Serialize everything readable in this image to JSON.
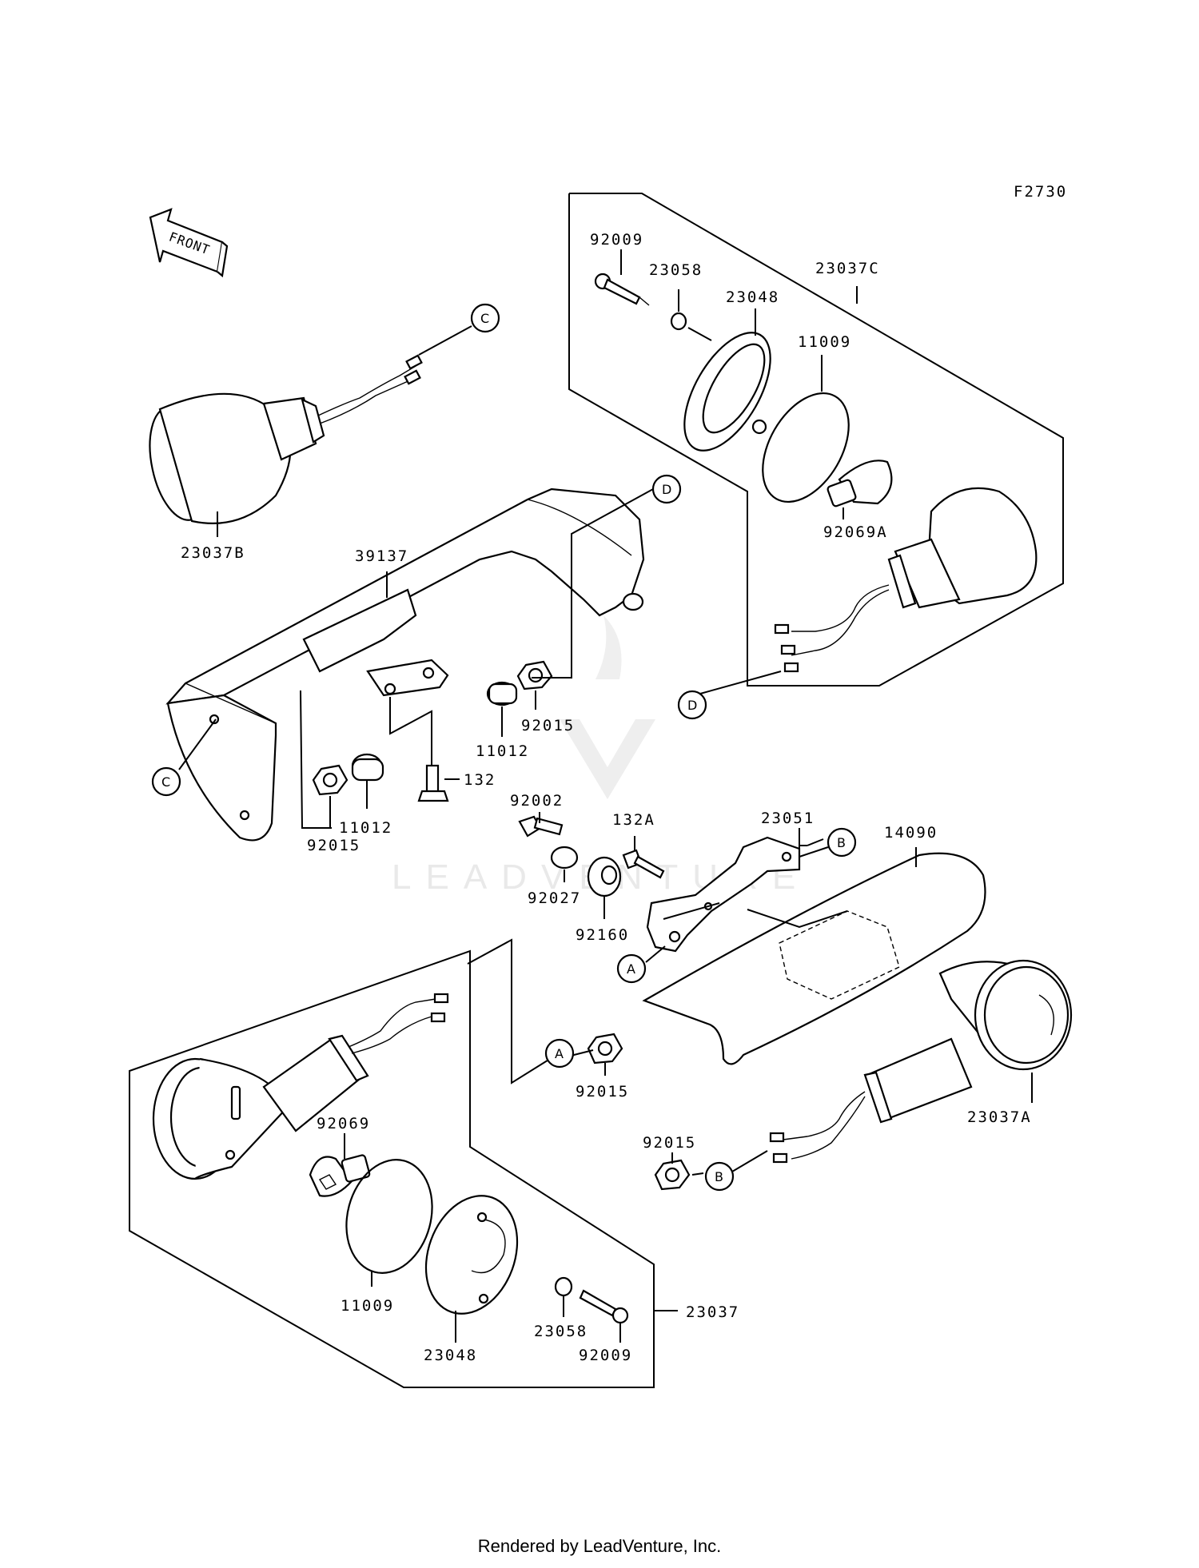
{
  "figure_code": "F2730",
  "front_arrow_label": "FRONT",
  "watermark": "LEADVENTURE",
  "footer": "Rendered by LeadVenture, Inc.",
  "colors": {
    "line": "#000000",
    "background": "#ffffff",
    "watermark": "#e9e9e9"
  },
  "part_labels": {
    "p92009_top": "92009",
    "p23058_top": "23058",
    "p23048_top": "23048",
    "p23037C": "23037C",
    "p11009_top": "11009",
    "p92069A": "92069A",
    "p23037B": "23037B",
    "p39137": "39137",
    "p11012_mid": "11012",
    "p92015_mid": "92015",
    "p132": "132",
    "p11012_low": "11012",
    "p92015_low": "92015",
    "p92002": "92002",
    "p132A": "132A",
    "p23051": "23051",
    "p14090": "14090",
    "p92027": "92027",
    "p92160": "92160",
    "p92015_a": "92015",
    "p23037A": "23037A",
    "p92069": "92069",
    "p92015_b": "92015",
    "p11009_bot": "11009",
    "p23048_bot": "23048",
    "p23058_bot": "23058",
    "p92009_bot": "92009",
    "p23037": "23037"
  },
  "callouts": {
    "c_top": "C",
    "c_left": "C",
    "d_top": "D",
    "d_right": "D",
    "b_top": "B",
    "b_bot": "B",
    "a_mid": "A",
    "a_low": "A"
  }
}
